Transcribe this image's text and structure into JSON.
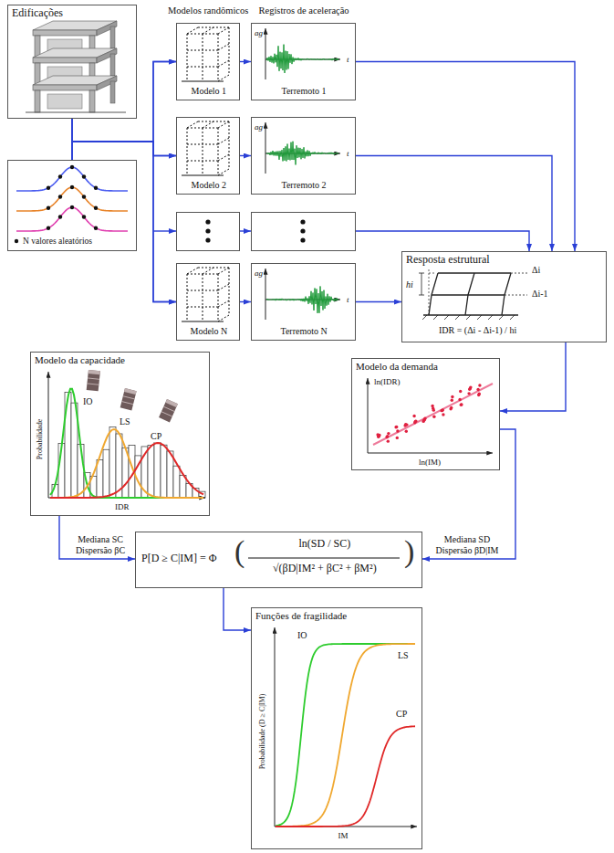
{
  "diagram": {
    "nodes": [
      {
        "text": [
          "Edificações"
        ]
      },
      {
        "text": [
          "N valores aleatórios"
        ]
      },
      {
        "text": [
          "Modelo 1"
        ]
      },
      {
        "text": [
          "Modelo 2"
        ]
      },
      {
        "text": [
          "Modelo N"
        ]
      },
      {
        "text": [
          "Terremoto 1",
          "ag",
          "t"
        ]
      },
      {
        "text": [
          "Terremoto 2",
          "ag",
          "t"
        ]
      },
      {
        "text": [
          "Terremoto N",
          "ag",
          "t"
        ]
      },
      {
        "text": [
          "Resposta estrutural",
          "Δi",
          "Δi-1",
          "hi",
          "IDR = (Δi - Δi-1) / hi"
        ]
      },
      {
        "text": [
          "Modelo da capacidade",
          "Probabilidade",
          "IO",
          "LS",
          "CP",
          "IDR"
        ]
      },
      {
        "text": [
          "Modelo da demanda",
          "ln(IDR)",
          "ln(IM)"
        ]
      },
      {
        "text": [
          "P[D ≥ C|IM] = Φ",
          "(",
          "ln(SD / SC)",
          "√(βD|IM² + βC² + βM²)",
          ")"
        ]
      },
      {
        "text": [
          "Funções de fragilidade",
          "Probabilidade (D ≥ C|IM)",
          "IO",
          "LS",
          "CP",
          "IM"
        ]
      }
    ],
    "edges": [
      {
        "from": 0,
        "to": 2,
        "arrow": "to"
      },
      {
        "from": 0,
        "to": 3,
        "arrow": "to"
      },
      {
        "from": 0,
        "to": 4,
        "arrow": "to"
      },
      {
        "from": 1,
        "to": 2,
        "arrow": "to"
      },
      {
        "from": 1,
        "to": 3,
        "arrow": "to"
      },
      {
        "from": 1,
        "to": 4,
        "arrow": "to"
      },
      {
        "from": 2,
        "to": 5,
        "arrow": "to"
      },
      {
        "from": 3,
        "to": 6,
        "arrow": "to"
      },
      {
        "from": 4,
        "to": 7,
        "arrow": "to"
      },
      {
        "from": 5,
        "to": 8,
        "arrow": "to"
      },
      {
        "from": 6,
        "to": 8,
        "arrow": "to"
      },
      {
        "from": 7,
        "to": 8,
        "arrow": "to"
      },
      {
        "from": 8,
        "to": 10,
        "arrow": "to"
      },
      {
        "from": 9,
        "to": 11,
        "arrow": "to",
        "label": "Mediana SC Dispersão βC"
      },
      {
        "from": 10,
        "to": 11,
        "arrow": "to",
        "label": "Mediana SD Dispersão βD|IM"
      },
      {
        "from": 11,
        "to": 12,
        "arrow": "to"
      }
    ],
    "labels": [
      "Modelos randômicos",
      "Registros de aceleração"
    ]
  }
}
